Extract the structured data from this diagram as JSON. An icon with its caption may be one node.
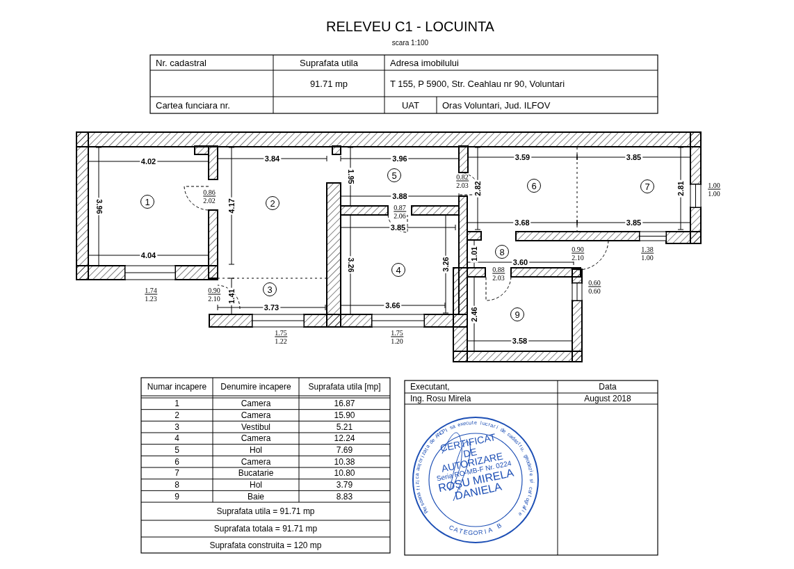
{
  "diagram": {
    "title": "RELEVEU C1 - LOCUINTA",
    "labels": [
      "scara 1:100",
      "Nr. cadastral",
      "Suprafata utila",
      "Adresa imobilului",
      "91.71 mp",
      "T 155, P 5900, Str. Ceahlau nr 90, Voluntari",
      "Cartea funciara nr.",
      "UAT",
      "Oras Voluntari, Jud. ILFOV",
      "1",
      "2",
      "3",
      "4",
      "5",
      "6",
      "7",
      "8",
      "9",
      "4.02",
      "3.84",
      "3.96",
      "3.59",
      "3.85",
      "3.88",
      "3.85",
      "3.68",
      "3.85",
      "4.04",
      "3.73",
      "3.66",
      "3.60",
      "3.58",
      "3.96",
      "4.17",
      "1.41",
      "1.95",
      "3.26",
      "3.26",
      "2.82",
      "2.81",
      "1.01",
      "2.46",
      "0.86",
      "2.02",
      "0.90",
      "2.10",
      "1.74",
      "1.23",
      "1.75",
      "1.22",
      "0.82",
      "2.03",
      "0.87",
      "2.06",
      "0.90",
      "2.10",
      "1.38",
      "1.00",
      "0.88",
      "2.03",
      "0.60",
      "0.60",
      "1.75",
      "1.20",
      "1.00",
      "1.00",
      "Numar incapere",
      "Denumire incapere",
      "Suprafata utila [mp]",
      "1",
      "Camera",
      "16.87",
      "2",
      "Camera",
      "15.90",
      "3",
      "Vestibul",
      "5.21",
      "4",
      "Camera",
      "12.24",
      "5",
      "Hol",
      "7.69",
      "6",
      "Camera",
      "10.38",
      "7",
      "Bucatarie",
      "10.80",
      "8",
      "Hol",
      "3.79",
      "9",
      "Baie",
      "8.83",
      "Suprafata utila = 91.71 mp",
      "Suprafata totala = 91.71 mp",
      "Suprafata construita = 120 mp",
      "Executant,",
      "Data",
      "Ing. Rosu Mirela",
      "August  2018",
      "Persoana fizica autorizata de ANCPI sa execute lucrari de cadastru, geodezie si cartografie",
      "CATEGORIA B",
      "CERTIFICAT",
      "DE",
      "AUTORIZARE",
      "Seria RO-MB-F Nr. 0224",
      "ROȘU MIRELA",
      "DANIELA"
    ]
  }
}
